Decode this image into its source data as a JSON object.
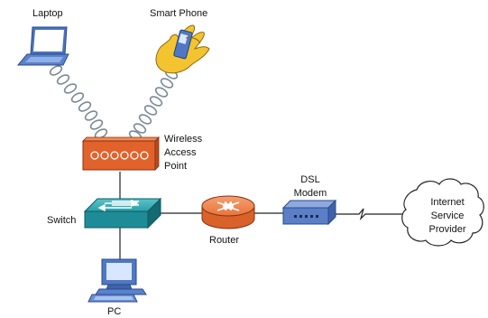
{
  "labels": {
    "laptop": "Laptop",
    "smartphone": "Smart Phone",
    "wap_line1": "Wireless",
    "wap_line2": "Access",
    "wap_line3": "Point",
    "switch": "Switch",
    "router": "Router",
    "dsl_line1": "DSL",
    "dsl_line2": "Modem",
    "isp_line1": "Internet",
    "isp_line2": "Service",
    "isp_line3": "Provider",
    "pc": "PC"
  },
  "icons": {
    "laptop": "laptop-icon",
    "smartphone": "smartphone-hand-icon",
    "wap": "wireless-access-point-icon",
    "switch": "switch-icon",
    "router": "router-icon",
    "modem": "dsl-modem-icon",
    "cloud": "cloud-icon",
    "pc": "desktop-pc-icon"
  },
  "colors": {
    "wap_orange": "#e2622b",
    "router_orange": "#e8743a",
    "switch_teal": "#1d8c96",
    "modem_blue": "#5b7fc6",
    "device_blue": "#4f78c4",
    "hand_yellow": "#f4c430"
  }
}
